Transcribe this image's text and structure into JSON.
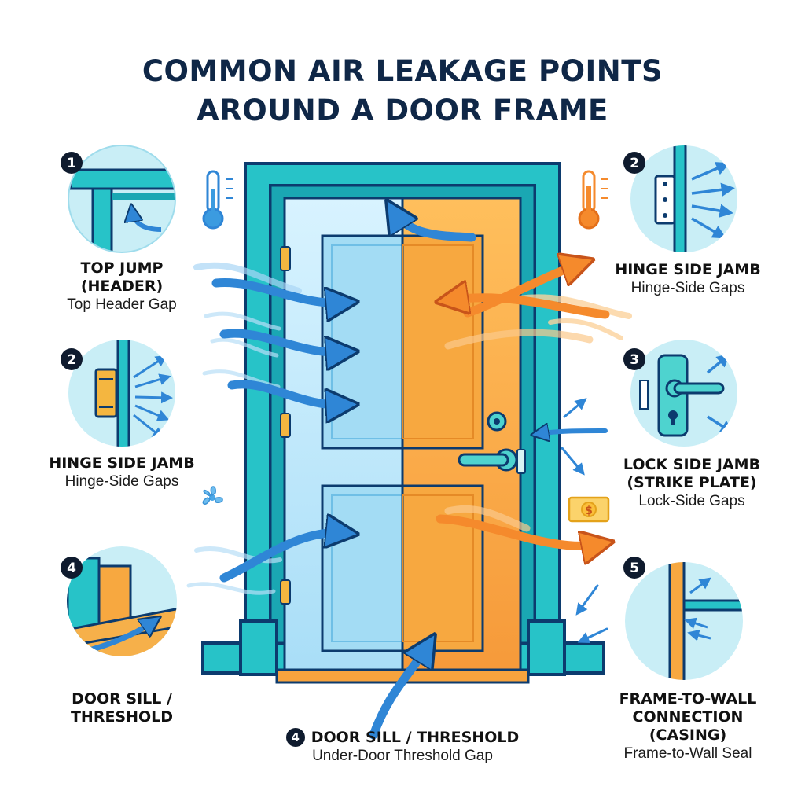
{
  "title_line1": "COMMON AIR LEAKAGE POINTS",
  "title_line2": "AROUND A DOOR FRAME",
  "callouts": [
    {
      "number": "1",
      "heading_line1": "TOP JUMP",
      "heading_line2": "(HEADER)",
      "sub": "Top Header Gap"
    },
    {
      "number": "2",
      "heading_line1": "HINGE SIDE JAMB",
      "sub": "Hinge-Side Gaps"
    },
    {
      "number": "2",
      "heading_line1": "HINGE SIDE JAMB",
      "sub": "Hinge-Side Gaps"
    },
    {
      "number": "3",
      "heading_line1": "LOCK SIDE JAMB",
      "heading_line2": "(STRIKE PLATE)",
      "sub": "Lock-Side Gaps"
    },
    {
      "number": "4",
      "heading_line1": "DOOR SILL /",
      "heading_line2": "THRESHOLD"
    },
    {
      "number": "5",
      "heading_line1": "FRAME-TO-WALL",
      "heading_line2": "CONNECTION",
      "heading_line3": "(CASING)",
      "sub": "Frame-to-Wall Seal"
    }
  ],
  "bottom": {
    "number": "4",
    "heading": "DOOR SILL / THRESHOLD",
    "sub": "Under-Door Threshold Gap"
  },
  "money_symbol": "$",
  "colors": {
    "frame_teal": "#27c3c8",
    "frame_outline": "#0c3b6e",
    "door_cold": "#bfe9fb",
    "door_warm": "#f9a94b",
    "arrow_cold": "#2f86d6",
    "arrow_warm": "#f58a2c",
    "badge": "#0f1b2e"
  }
}
